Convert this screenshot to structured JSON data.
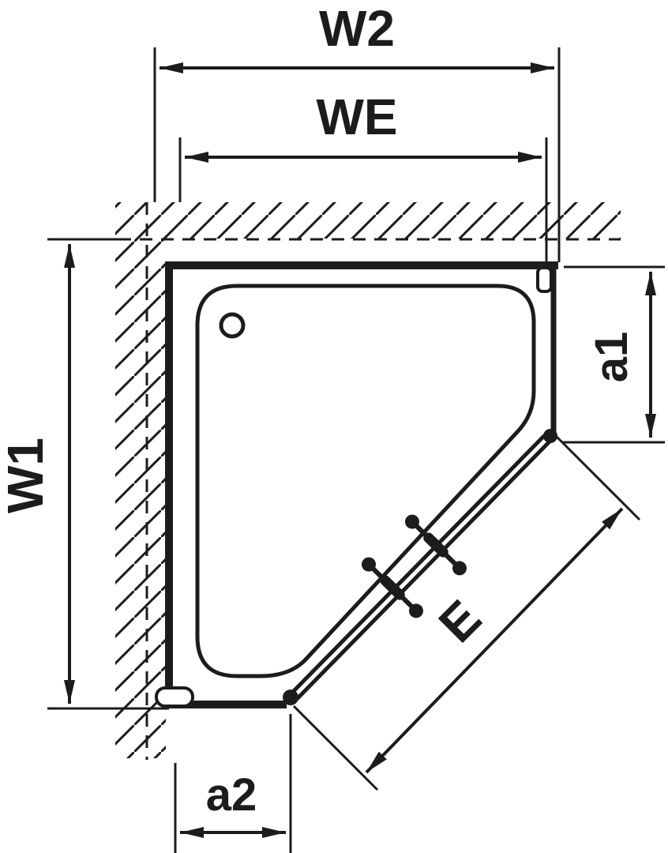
{
  "diagram": {
    "type": "technical-dimension-drawing",
    "subject": "pentagonal corner shower enclosure, top view",
    "labels": {
      "w2": "W2",
      "we": "WE",
      "w1": "W1",
      "a1": "a1",
      "a2": "a2",
      "e": "E"
    },
    "colors": {
      "ink": "#1c1c1c",
      "background": "#ffffff"
    }
  }
}
